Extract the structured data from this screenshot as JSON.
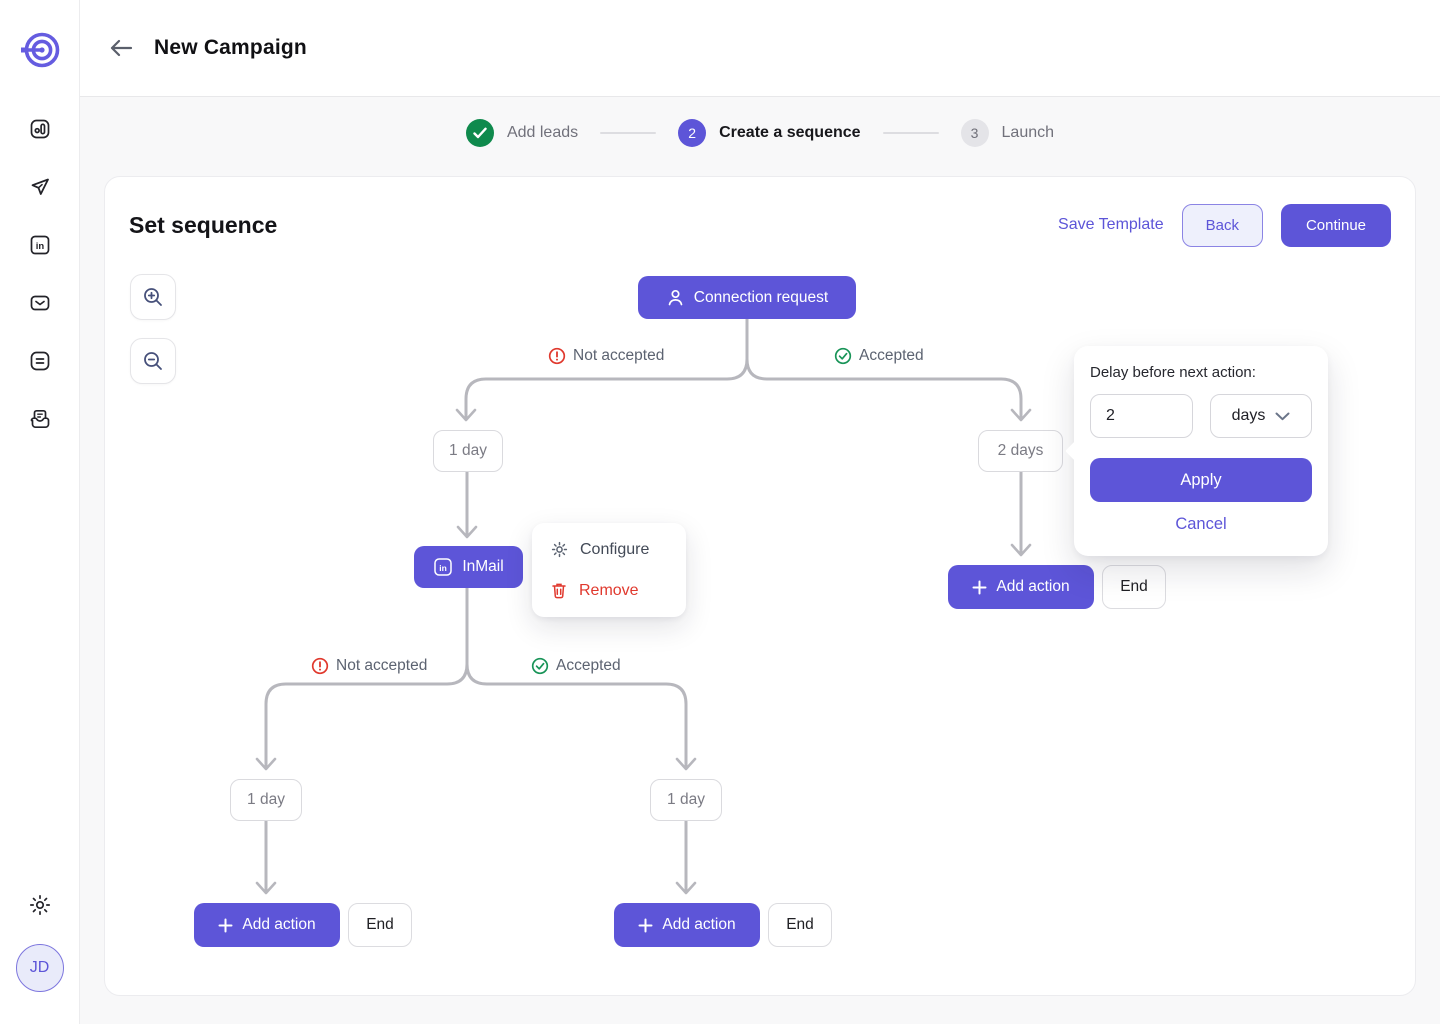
{
  "colors": {
    "accent": "#5D55D8",
    "accent_light_bg": "#EEF0FC",
    "success_green": "#0F8A4D",
    "danger_red": "#E0392E",
    "wire_gray": "#B7B7BD",
    "canvas_bg": "#F8F8F9"
  },
  "sidebar": {
    "logo": "target-logo",
    "nav_icons": [
      "analytics-icon",
      "send-icon",
      "linkedin-icon",
      "mail-icon",
      "list-icon",
      "inbox-icon"
    ],
    "settings_icon": "gear-icon",
    "avatar_initials": "JD"
  },
  "header": {
    "title": "New Campaign"
  },
  "stepper": {
    "steps": [
      {
        "label": "Add leads",
        "state": "done"
      },
      {
        "number": "2",
        "label": "Create a sequence",
        "state": "active"
      },
      {
        "number": "3",
        "label": "Launch",
        "state": "upcoming"
      }
    ]
  },
  "sequence": {
    "title": "Set sequence",
    "actions": {
      "save_template": "Save Template",
      "back": "Back",
      "continue": "Continue"
    },
    "nodes": {
      "root": "Connection request",
      "delay_left": "1 day",
      "delay_right": "2 days",
      "inmail": "InMail",
      "delay_bottom_left": "1 day",
      "delay_bottom_right": "1 day",
      "add_action": "Add action",
      "end": "End"
    },
    "branch_labels": {
      "negative": "Not accepted",
      "positive": "Accepted"
    }
  },
  "context_menu": {
    "configure": "Configure",
    "remove": "Remove"
  },
  "delay_popup": {
    "title": "Delay before next action:",
    "value": "2",
    "unit": "days",
    "apply": "Apply",
    "cancel": "Cancel"
  }
}
